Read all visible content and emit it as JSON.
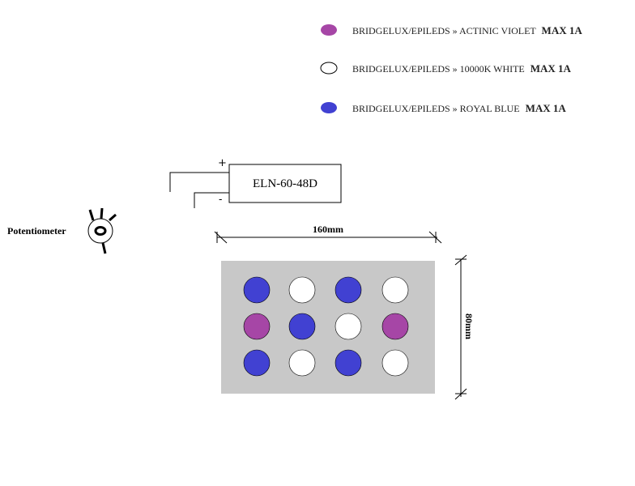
{
  "legend": [
    {
      "prefix": "BRIDGELUX/EPILEDS » ACTINIC VIOLET ",
      "max": "MAX 1A",
      "color": "#a646a6",
      "small": true
    },
    {
      "prefix": "BRIDGELUX/EPILEDS » 10000K WHITE ",
      "max": "MAX 1A",
      "color": "#ffffff",
      "small": false
    },
    {
      "prefix": "BRIDGELUX/EPILEDS » ROYAL BLUE ",
      "max": "MAX 1A",
      "color": "#4141d2",
      "small": false
    }
  ],
  "driver": {
    "label": "ELN-60-48D",
    "plus": "+",
    "minus": "-"
  },
  "potentiometer": {
    "label": "Potentiometer"
  },
  "board": {
    "width_label": "160mm",
    "height_label": "80mm",
    "background": "#c8c8c8",
    "grid": [
      [
        "blue",
        "white",
        "blue",
        "white"
      ],
      [
        "violet",
        "blue",
        "white",
        "violet"
      ],
      [
        "blue",
        "white",
        "blue",
        "white"
      ]
    ]
  },
  "colors": {
    "blue": "#4141d2",
    "white": "#ffffff",
    "violet": "#a646a6"
  }
}
